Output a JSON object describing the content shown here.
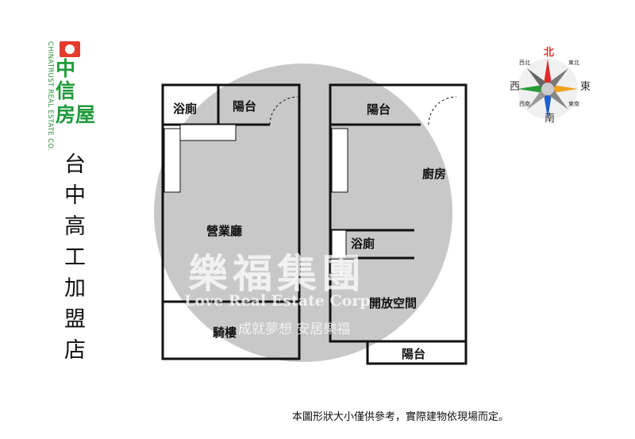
{
  "logo": {
    "en": "CHINATRUST REAL ESTATE CO.",
    "zh": [
      "中",
      "信",
      "房屋"
    ],
    "color": "#1f9a3c",
    "emblem_color": "#e53b2c"
  },
  "branch": "台中高工加盟店",
  "compass": {
    "n": "北",
    "s": "南",
    "e": "東",
    "w": "西",
    "ne": "東北",
    "nw": "西北",
    "se": "東南",
    "sw": "西南"
  },
  "floors": [
    {
      "rooms": [
        "浴廁",
        "陽台",
        "營業廳",
        "騎樓"
      ]
    },
    {
      "rooms": [
        "陽台",
        "廚房",
        "浴廁",
        "開放空間",
        "陽台"
      ]
    }
  ],
  "watermark": {
    "title": "樂福集團",
    "en": "Love Real Estate Corp",
    "slogan": "成就夢想 安居樂福"
  },
  "note": "本圖形狀大小僅供參考，實際建物依現場而定。"
}
